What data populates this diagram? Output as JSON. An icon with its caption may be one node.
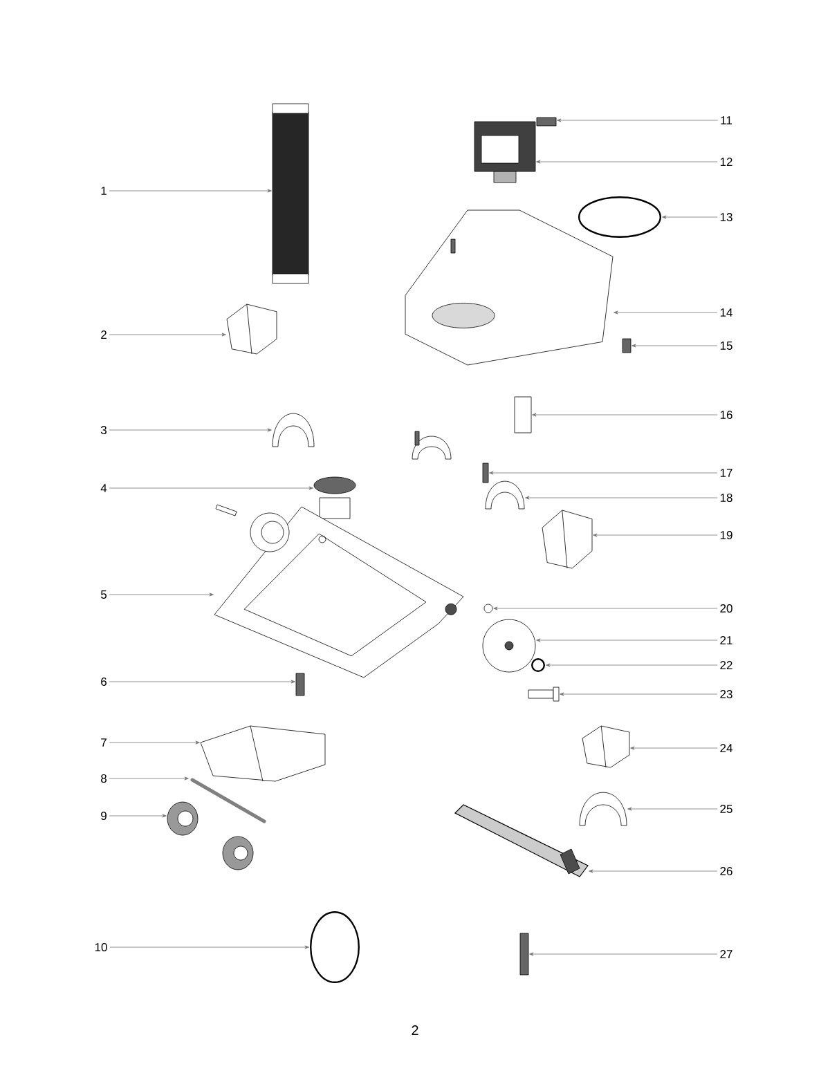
{
  "diagram": {
    "nodes": [
      {
        "text": [
          "1"
        ]
      },
      {
        "text": [
          "2"
        ]
      },
      {
        "text": [
          "3"
        ]
      },
      {
        "text": [
          "4"
        ]
      },
      {
        "text": [
          "5"
        ]
      },
      {
        "text": [
          "6"
        ]
      },
      {
        "text": [
          "7"
        ]
      },
      {
        "text": [
          "8"
        ]
      },
      {
        "text": [
          "9"
        ]
      },
      {
        "text": [
          "10"
        ]
      },
      {
        "text": [
          "11"
        ]
      },
      {
        "text": [
          "12"
        ]
      },
      {
        "text": [
          "13"
        ]
      },
      {
        "text": [
          "14"
        ]
      },
      {
        "text": [
          "15"
        ]
      },
      {
        "text": [
          "16"
        ]
      },
      {
        "text": [
          "17"
        ]
      },
      {
        "text": [
          "18"
        ]
      },
      {
        "text": [
          "19"
        ]
      },
      {
        "text": [
          "20"
        ]
      },
      {
        "text": [
          "21"
        ]
      },
      {
        "text": [
          "22"
        ]
      },
      {
        "text": [
          "23"
        ]
      },
      {
        "text": [
          "24"
        ]
      },
      {
        "text": [
          "25"
        ]
      },
      {
        "text": [
          "26"
        ]
      },
      {
        "text": [
          "27"
        ]
      },
      {
        "text": [],
        "shape": "cylinder"
      },
      {
        "text": [],
        "shape": "picture"
      },
      {
        "text": [],
        "shape": "picture"
      },
      {
        "text": [],
        "shape": "picture"
      },
      {
        "text": [],
        "shape": "picture"
      },
      {
        "text": [],
        "shape": "bar"
      },
      {
        "text": [],
        "shape": "picture"
      },
      {
        "text": [],
        "shape": "picture"
      },
      {
        "text": [],
        "shape": "picture"
      },
      {
        "text": [],
        "shape": "circle"
      },
      {
        "text": [],
        "shape": "bar"
      },
      {
        "text": [],
        "shape": "picture"
      },
      {
        "text": [],
        "shape": "circle"
      },
      {
        "text": [],
        "shape": "picture"
      },
      {
        "text": [],
        "shape": "bar"
      },
      {
        "text": [],
        "shape": "box"
      },
      {
        "text": [],
        "shape": "bar"
      },
      {
        "text": [],
        "shape": "picture"
      },
      {
        "text": [],
        "shape": "picture"
      },
      {
        "text": [],
        "shape": "picture"
      },
      {
        "text": [],
        "shape": "picture"
      },
      {
        "text": [],
        "shape": "circle"
      },
      {
        "text": [],
        "shape": "picture"
      },
      {
        "text": [],
        "shape": "picture"
      },
      {
        "text": [],
        "shape": "picture"
      },
      {
        "text": [],
        "shape": "picture"
      },
      {
        "text": [],
        "shape": "bar"
      }
    ],
    "edges": [
      {
        "from": 0,
        "to": 27,
        "arrow": "to"
      },
      {
        "from": 1,
        "to": 28,
        "arrow": "to"
      },
      {
        "from": 2,
        "to": 29,
        "arrow": "to"
      },
      {
        "from": 3,
        "to": 30,
        "arrow": "to"
      },
      {
        "from": 4,
        "to": 31,
        "arrow": "to"
      },
      {
        "from": 5,
        "to": 32,
        "arrow": "to"
      },
      {
        "from": 6,
        "to": 33,
        "arrow": "to"
      },
      {
        "from": 7,
        "to": 34,
        "arrow": "to"
      },
      {
        "from": 8,
        "to": 35,
        "arrow": "to"
      },
      {
        "from": 9,
        "to": 36,
        "arrow": "to"
      },
      {
        "from": 10,
        "to": 37,
        "arrow": "to"
      },
      {
        "from": 11,
        "to": 38,
        "arrow": "to"
      },
      {
        "from": 12,
        "to": 39,
        "arrow": "to"
      },
      {
        "from": 13,
        "to": 40,
        "arrow": "to"
      },
      {
        "from": 14,
        "to": 41,
        "arrow": "to"
      },
      {
        "from": 15,
        "to": 42,
        "arrow": "to"
      },
      {
        "from": 16,
        "to": 43,
        "arrow": "to"
      },
      {
        "from": 17,
        "to": 44,
        "arrow": "to"
      },
      {
        "from": 18,
        "to": 45,
        "arrow": "to"
      },
      {
        "from": 19,
        "to": 46,
        "arrow": "to"
      },
      {
        "from": 20,
        "to": 47,
        "arrow": "to"
      },
      {
        "from": 21,
        "to": 48,
        "arrow": "to"
      },
      {
        "from": 22,
        "to": 49,
        "arrow": "to"
      },
      {
        "from": 23,
        "to": 50,
        "arrow": "to"
      },
      {
        "from": 24,
        "to": 51,
        "arrow": "to"
      },
      {
        "from": 25,
        "to": 52,
        "arrow": "to"
      },
      {
        "from": 26,
        "to": 53,
        "arrow": "to"
      }
    ],
    "labels": [
      "2"
    ]
  }
}
